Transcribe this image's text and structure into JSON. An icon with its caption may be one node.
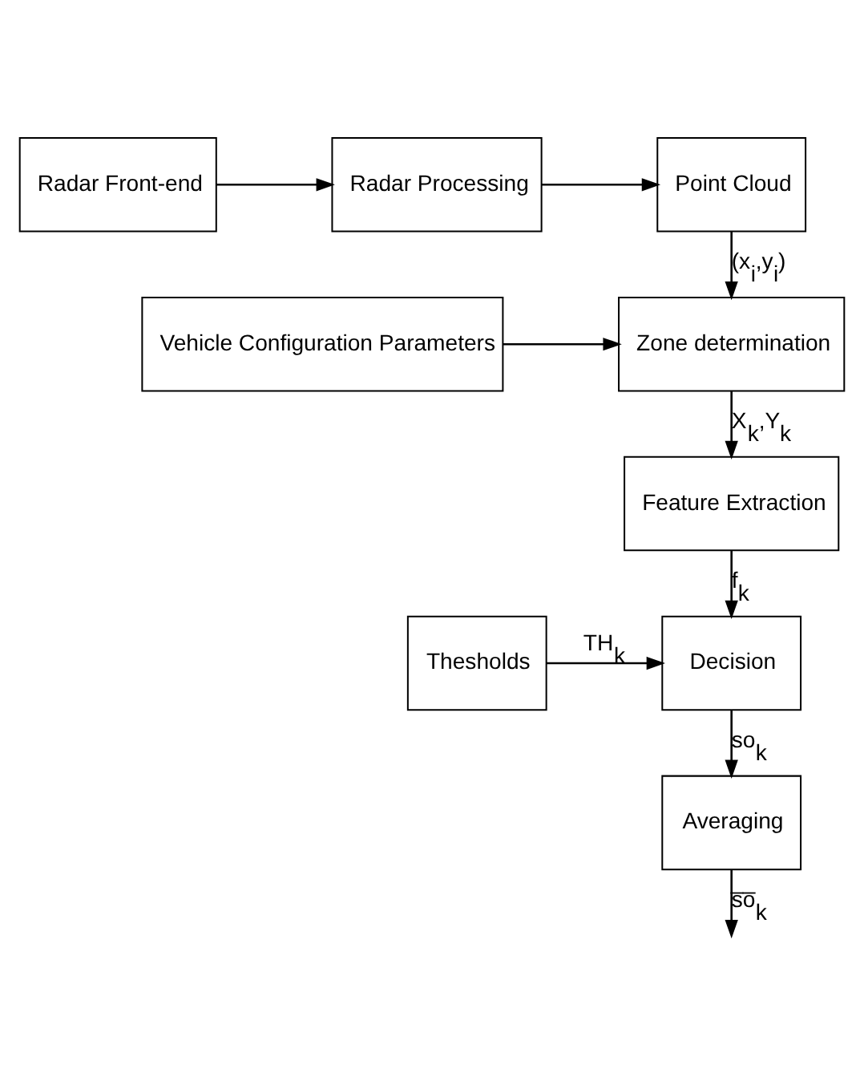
{
  "diagram": {
    "nodes": [
      {
        "text": [
          "Radar Front-end"
        ]
      },
      {
        "text": [
          "Radar Processing"
        ]
      },
      {
        "text": [
          "Point Cloud"
        ]
      },
      {
        "text": [
          "Vehicle Configuration Parameters"
        ]
      },
      {
        "text": [
          "Zone determination"
        ]
      },
      {
        "text": [
          "Feature Extraction"
        ]
      },
      {
        "text": [
          "Thesholds"
        ]
      },
      {
        "text": [
          "Decision"
        ]
      },
      {
        "text": [
          "Averaging"
        ]
      }
    ],
    "edges": [
      {
        "from": 0,
        "to": 1,
        "arrow": "to"
      },
      {
        "from": 1,
        "to": 2,
        "arrow": "to"
      },
      {
        "from": 2,
        "to": 4,
        "arrow": "to",
        "label": "(x$_{i}$,y$_{i}$)"
      },
      {
        "from": 3,
        "to": 4,
        "arrow": "to"
      },
      {
        "from": 4,
        "to": 5,
        "arrow": "to",
        "label": "X$_{k}$,Y$_{k}$"
      },
      {
        "from": 5,
        "to": 7,
        "arrow": "to",
        "label": "f$_{k}$"
      },
      {
        "from": 6,
        "to": 7,
        "arrow": "to",
        "label": "TH$_{k}$"
      },
      {
        "from": 7,
        "to": 8,
        "arrow": "to",
        "label": "so$_{k}$"
      },
      {
        "from": 8,
        "to": null,
        "arrow": "to",
        "label": "s̅o̅$_{k}$"
      }
    ]
  }
}
